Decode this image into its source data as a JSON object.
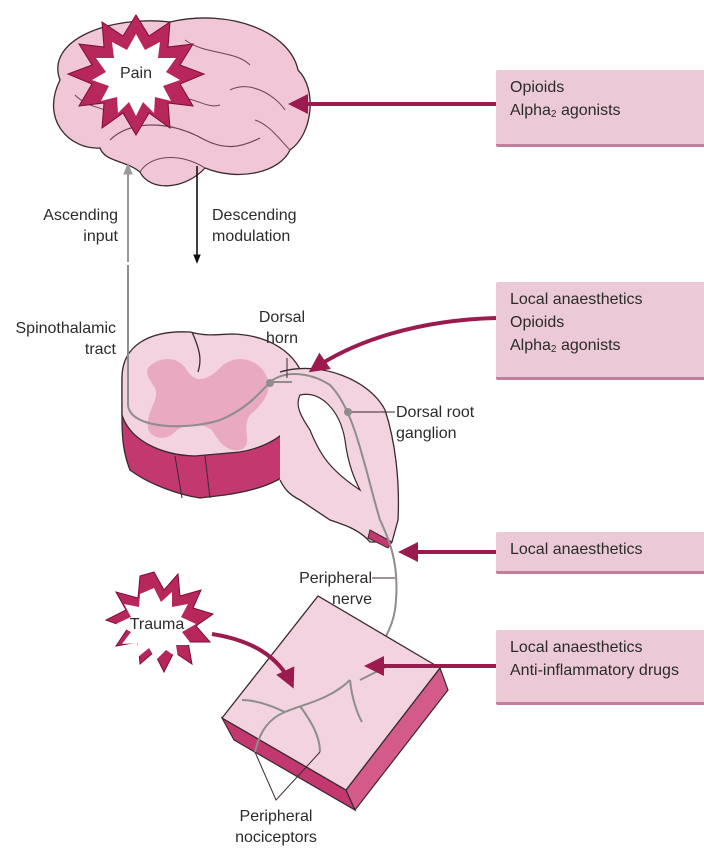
{
  "labels": {
    "pain": "Pain",
    "trauma": "Trauma",
    "ascending_line1": "Ascending",
    "ascending_line2": "input",
    "descending_line1": "Descending",
    "descending_line2": "modulation",
    "spinothalamic_line1": "Spinothalamic",
    "spinothalamic_line2": "tract",
    "dorsal_horn_line1": "Dorsal",
    "dorsal_horn_line2": "horn",
    "drg_line1": "Dorsal root",
    "drg_line2": "ganglion",
    "peripheral_nerve_line1": "Peripheral",
    "peripheral_nerve_line2": "nerve",
    "nociceptors_line1": "Peripheral",
    "nociceptors_line2": "nociceptors"
  },
  "drug_boxes": [
    {
      "lines": [
        "Opioids",
        "Alpha",
        "agonists"
      ],
      "subscript": "2"
    },
    {
      "lines": [
        "Local anaesthetics",
        "Opioids",
        "Alpha",
        "agonists"
      ],
      "subscript": "2"
    },
    {
      "lines": [
        "Local anaesthetics"
      ]
    },
    {
      "lines": [
        "Local anaesthetics",
        "Anti-inflammatory drugs"
      ]
    }
  ],
  "colors": {
    "accent_arrow": "#9b1b4f",
    "box_fill": "#ecc9d6",
    "tissue_light": "#f3d3df",
    "tissue_mid": "#e8a9c1",
    "tissue_dark": "#c2386f",
    "nerve": "#8d8d8d"
  }
}
